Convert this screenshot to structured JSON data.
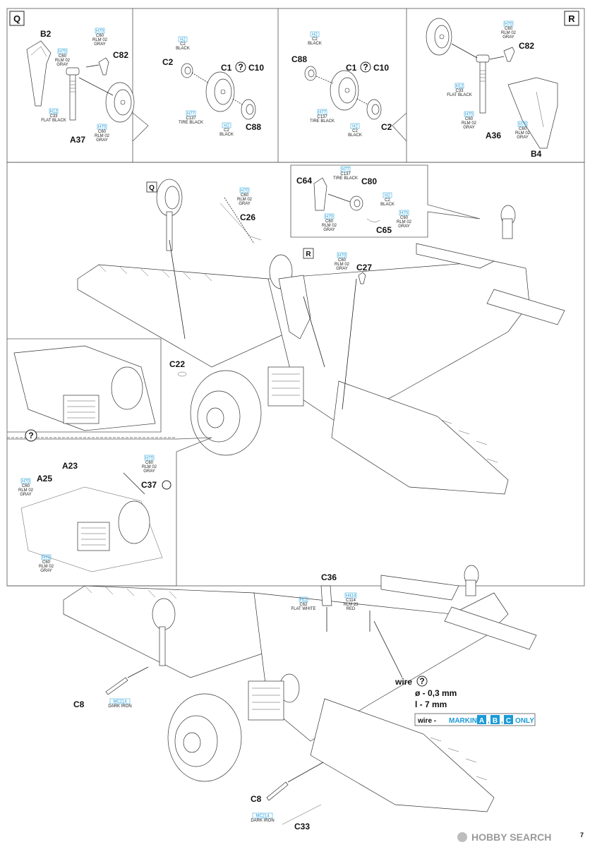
{
  "sections": {
    "Q_label": "Q",
    "R_label": "R",
    "q_mark": "?"
  },
  "parts": {
    "B2": "B2",
    "C82": "C82",
    "A37": "A37",
    "C2": "C2",
    "C1": "C1",
    "C10": "C10",
    "C88": "C88",
    "A36": "A36",
    "B4": "B4",
    "C64": "C64",
    "C80": "C80",
    "C65": "C65",
    "C26": "C26",
    "C27": "C27",
    "C22": "C22",
    "A23": "A23",
    "A25": "A25",
    "C37": "C37",
    "C36": "C36",
    "C8": "C8",
    "C33": "C33"
  },
  "colors": {
    "rlm02": {
      "h": "H70",
      "c": "C60",
      "name1": "RLM 02",
      "name2": "GRAY"
    },
    "flat_black": {
      "h": "H12",
      "c": "C33",
      "name1": "FLAT BLACK"
    },
    "black": {
      "h": "H2",
      "c": "C2",
      "name1": "BLACK"
    },
    "tire_black": {
      "h": "H77",
      "c": "C137",
      "name1": "TIRE BLACK"
    },
    "flat_white": {
      "h": "H11",
      "c": "C62",
      "name1": "FLAT WHITE"
    },
    "rlm23": {
      "h": "H414",
      "c": "C114",
      "name1": "RLM 23",
      "name2": "RED"
    },
    "dark_iron": {
      "h": "MC214",
      "name1": "DARK IRON"
    }
  },
  "wire": {
    "label": "wire",
    "diameter": "ø - 0,3 mm",
    "length": "l - 7 mm",
    "marking_prefix": "wire - ",
    "marking_word": "MARKING",
    "marking_a": "A",
    "marking_b": "B",
    "marking_c": "C",
    "marking_suffix": "ONLY",
    "accent": "#1a9bd7"
  },
  "footer": {
    "page_mark": "7",
    "watermark": "HOBBY SEARCH"
  }
}
